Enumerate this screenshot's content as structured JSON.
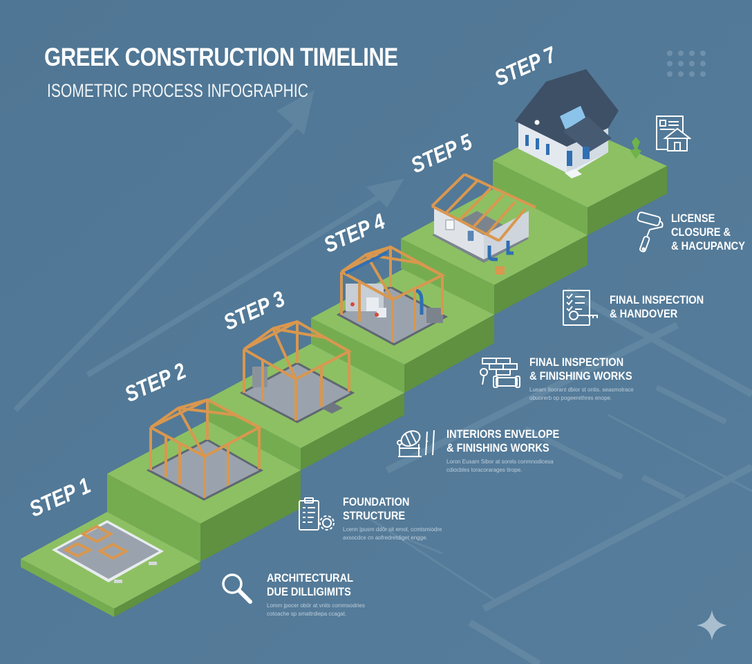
{
  "header": {
    "title": "GREEK CONSTRUCTION TIMELINE",
    "subtitle": "ISOMETRIC PROCESS INFOGRAPHIC"
  },
  "colors": {
    "background": "#517896",
    "step_top": "#8dc063",
    "step_side": "#6ea44a",
    "timber": "#d9974f",
    "slab": "#8e98a3",
    "roof": "#3e5066",
    "window_blue": "#2f6fb3",
    "text": "#ffffff"
  },
  "steps": [
    {
      "label": "STEP 1",
      "scene": "foundation-slab"
    },
    {
      "label": "STEP 2",
      "scene": "timber-frame"
    },
    {
      "label": "STEP 3",
      "scene": "timber-frame-with-stairs"
    },
    {
      "label": "STEP 4",
      "scene": "frame-with-installations"
    },
    {
      "label": "STEP 5",
      "scene": "masonry-walls-and-roof-rafters"
    },
    {
      "label": "STEP 7",
      "scene": "finished-house"
    }
  ],
  "info_items": [
    {
      "icon": "magnifier-icon",
      "title_line1": "ARCHITECTURAL",
      "title_line2": "DUE DILLIGIMITS",
      "desc_line1": "Lomm jpocer obör at vnits commsodries",
      "desc_line2": "cotoache sp smattrdiepa ccagat."
    },
    {
      "icon": "clipboard-gear-icon",
      "title_line1": "FOUNDATION",
      "title_line2": "STRUCTURE",
      "desc_line1": "Lcenn |pusm ddör sit emol, ccmtsmiodre",
      "desc_line2": "axsocdce cn aofredretdiget engge."
    },
    {
      "icon": "cement-mixer-icon",
      "title_line1": "INTERIORS ENVELOPE",
      "title_line2": "& FINISHING WORKS",
      "desc_line1": "Loron Eusam Sibor at sorels conmnodicesa",
      "desc_line2": "cdiocbles toracorarages tirope."
    },
    {
      "icon": "bricks-sofa-icon",
      "title_line1": "FINAL INSPECTION",
      "title_line2": "& FINISHING WORKS",
      "desc_line1": "Lueam Iloorant dbior st ontis. seasmolrace",
      "desc_line2": "obuorerb op pogeerethres enope."
    },
    {
      "icon": "checklist-key-icon",
      "title_line1": "FINAL INSPECTION",
      "title_line2": "& HANDOVER",
      "desc_line1": "",
      "desc_line2": ""
    },
    {
      "icon": "paint-roller-icon",
      "title_line1": "LICENSE",
      "title_line2": "CLOSURE &",
      "title_line3": "& HACUPANCY"
    },
    {
      "icon": "house-document-icon"
    }
  ]
}
